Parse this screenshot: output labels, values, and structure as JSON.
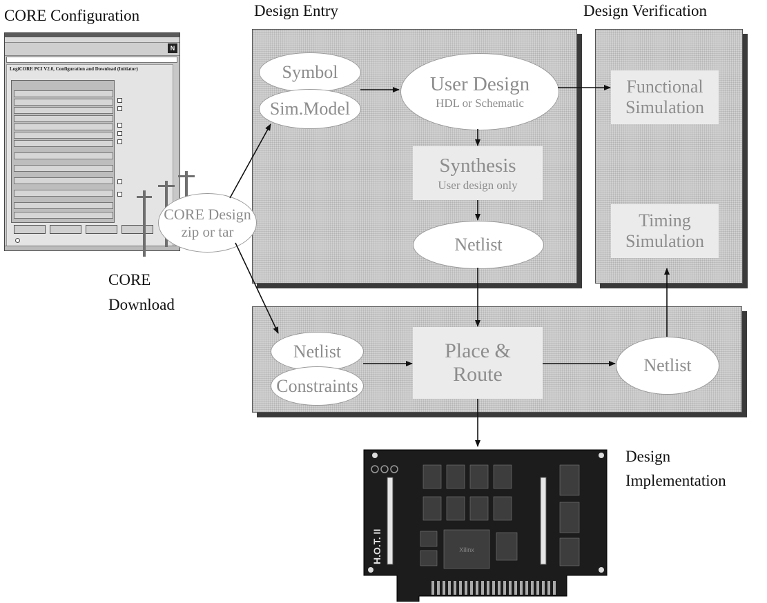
{
  "labels": {
    "core_configuration": "CORE Configuration",
    "design_entry": "Design Entry",
    "design_verification": "Design Verification",
    "core_download": [
      "CORE",
      "Download"
    ],
    "design_implementation": [
      "Design",
      "Implementation"
    ]
  },
  "nodes": {
    "symbol": "Symbol",
    "sim_model": "Sim.Model",
    "user_design": {
      "title": "User Design",
      "sub": "HDL or Schematic"
    },
    "synthesis": {
      "title": "Synthesis",
      "sub": "User design only"
    },
    "netlist_entry": "Netlist",
    "functional_simulation": [
      "Functional",
      "Simulation"
    ],
    "timing_simulation": [
      "Timing",
      "Simulation"
    ],
    "core_design": {
      "title": "CORE Design",
      "sub": "zip or tar"
    },
    "netlist_impl_in": "Netlist",
    "constraints": "Constraints",
    "place_route": [
      "Place &",
      "Route"
    ],
    "netlist_impl_out": "Netlist"
  },
  "screenshot": {
    "page_title": "LogiCORE PCI V2.0, Configuration and Download (Initiator)",
    "logo": "N"
  },
  "board": {
    "brand": "H.O.T. II",
    "chip": "Xilinx"
  },
  "colors": {
    "panel": "#d2d2d2",
    "box": "#ebebeb",
    "node_text": "#8d8d8d",
    "shadow": "#3a3a3a"
  }
}
